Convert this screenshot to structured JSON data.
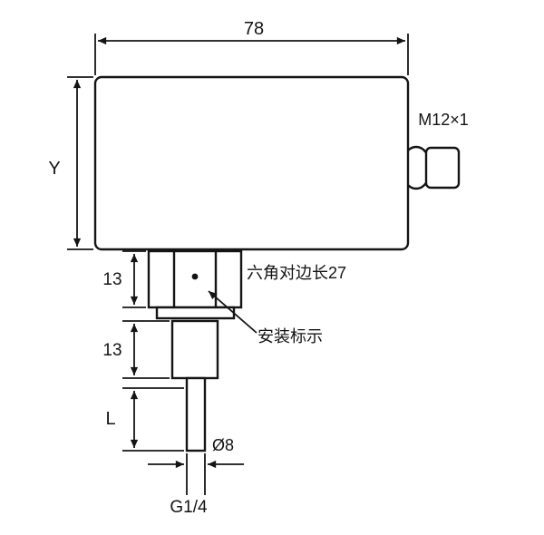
{
  "drawing": {
    "type": "technical-dimension-drawing",
    "subject": "threaded temperature/pressure probe with hex body",
    "colors": {
      "line": "#141414",
      "background": "#ffffff"
    },
    "labels": {
      "top_width": "78",
      "left_height": "Y",
      "connector_thread": "M12×1",
      "hex_height": "13",
      "hex_flats_note": "六角对边长27",
      "install_mark_note": "安装标示",
      "thread_length": "13",
      "probe_length": "L",
      "probe_diameter": "Ø8",
      "process_thread": "G1/4"
    }
  }
}
